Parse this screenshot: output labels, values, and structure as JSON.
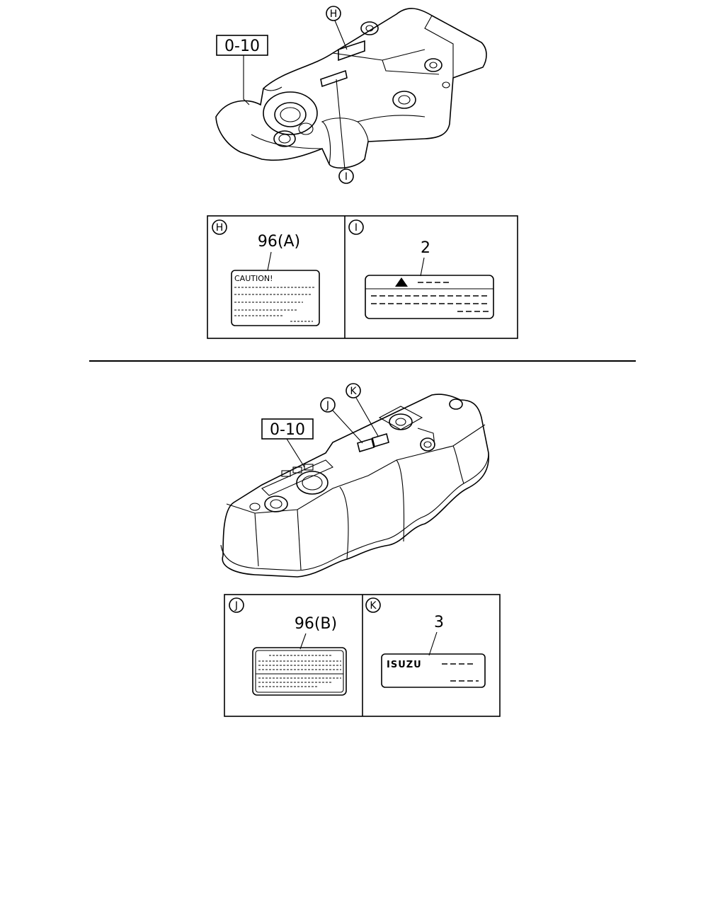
{
  "top_figure": {
    "ref_label": "0-10",
    "callout_h": "H",
    "callout_i": "I"
  },
  "detail_h": {
    "letter": "H",
    "part_number": "96(A)",
    "label_heading": "CAUTION!"
  },
  "detail_i": {
    "letter": "I",
    "part_number": "2"
  },
  "bottom_figure": {
    "ref_label": "0-10",
    "callout_j": "J",
    "callout_k": "K"
  },
  "detail_j": {
    "letter": "J",
    "part_number": "96(B)"
  },
  "detail_k": {
    "letter": "K",
    "part_number": "3",
    "brand_text": "ISUZU"
  }
}
